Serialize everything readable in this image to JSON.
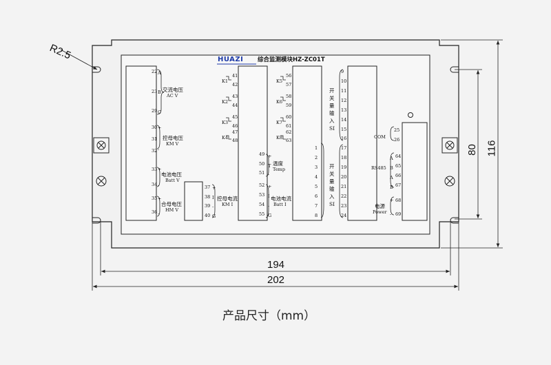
{
  "header": {
    "logo": "HUAZI",
    "module_title": "综合监测模块HZ-ZC01T"
  },
  "radius_label": "R2.5",
  "dimensions": {
    "inner_width": "194",
    "outer_width": "202",
    "inner_height": "80",
    "outer_height": "116"
  },
  "caption": "产品尺寸（mm）",
  "block1": {
    "terminals": [
      "22",
      "23",
      "29",
      "30",
      "31",
      "32",
      "33",
      "34",
      "35",
      "36"
    ],
    "ac": {
      "title": "交流电压",
      "sub": "AC V",
      "marks": [
        "A",
        "B",
        "C"
      ]
    },
    "km": {
      "title": "控母电压",
      "sub": "KM V",
      "marks": [
        "+",
        "-"
      ]
    },
    "batt": {
      "title": "电池电压",
      "sub": "Batt V",
      "marks": [
        "+",
        "-"
      ]
    },
    "hm": {
      "title": "合母电压",
      "sub": "HM V",
      "marks": [
        "+",
        "-"
      ]
    }
  },
  "block2": {
    "terminals": [
      "37",
      "38",
      "39",
      "40"
    ],
    "title": "控母电流",
    "sub": "KM I",
    "marks": [
      "+",
      "I",
      "-",
      "G"
    ]
  },
  "block3": {
    "relays": [
      "K1",
      "K2",
      "K3",
      "K4"
    ],
    "terminals_top": [
      "41",
      "42",
      "43",
      "44",
      "45",
      "46",
      "47",
      "48"
    ],
    "terminals_bottom": [
      "49",
      "50",
      "51",
      "52",
      "53",
      "54",
      "55"
    ],
    "temp": {
      "title": "温度",
      "sub": "Temp",
      "marks": [
        "+",
        "T",
        "-"
      ]
    },
    "batt_i": {
      "title": "电池电流",
      "sub": "Batt I",
      "marks": [
        "+",
        "I",
        "-",
        "G"
      ]
    }
  },
  "block4": {
    "relays": [
      "K5",
      "K6",
      "K7",
      "K8"
    ],
    "terminals": [
      "56",
      "57",
      "58",
      "59",
      "60",
      "61",
      "62",
      "63"
    ],
    "pins": [
      "1",
      "2",
      "3",
      "4",
      "5",
      "6",
      "7",
      "8"
    ]
  },
  "block5": {
    "terminals": [
      "9",
      "10",
      "11",
      "12",
      "13",
      "14",
      "15",
      "16",
      "17",
      "18",
      "19",
      "20",
      "21",
      "22",
      "23",
      "24"
    ],
    "si_upper": [
      "开",
      "关",
      "量",
      "输",
      "入",
      "SI"
    ],
    "si_lower": [
      "开",
      "关",
      "量",
      "输",
      "入",
      "SI"
    ]
  },
  "block6": {
    "com": {
      "label": "COM",
      "terminals": [
        "25",
        "26"
      ]
    },
    "rs485": {
      "label": "RS485",
      "terminals": [
        "64",
        "65",
        "66",
        "67"
      ],
      "marks": [
        "A",
        "B",
        "A",
        "B"
      ]
    },
    "power": {
      "title": "电源",
      "sub": "Power",
      "terminals": [
        "68",
        "69"
      ],
      "marks": [
        "+",
        "-"
      ]
    }
  }
}
